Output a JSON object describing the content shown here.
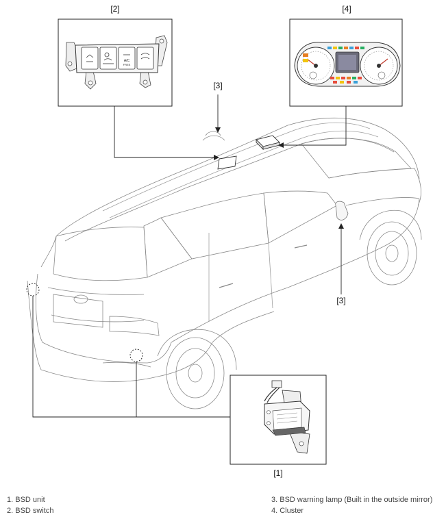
{
  "callouts": {
    "unit": "[1]",
    "switch": "[2]",
    "lamp_top": "[3]",
    "lamp_right": "[3]",
    "cluster": "[4]"
  },
  "legend": {
    "items": [
      "1. BSD unit",
      "2. BSD switch",
      "3. BSD warning lamp (Built in the outside mirror)",
      "4. Cluster"
    ]
  },
  "switch_panel": {
    "button_4_text_top": "A/C",
    "button_4_text_bottom": "FREE"
  }
}
